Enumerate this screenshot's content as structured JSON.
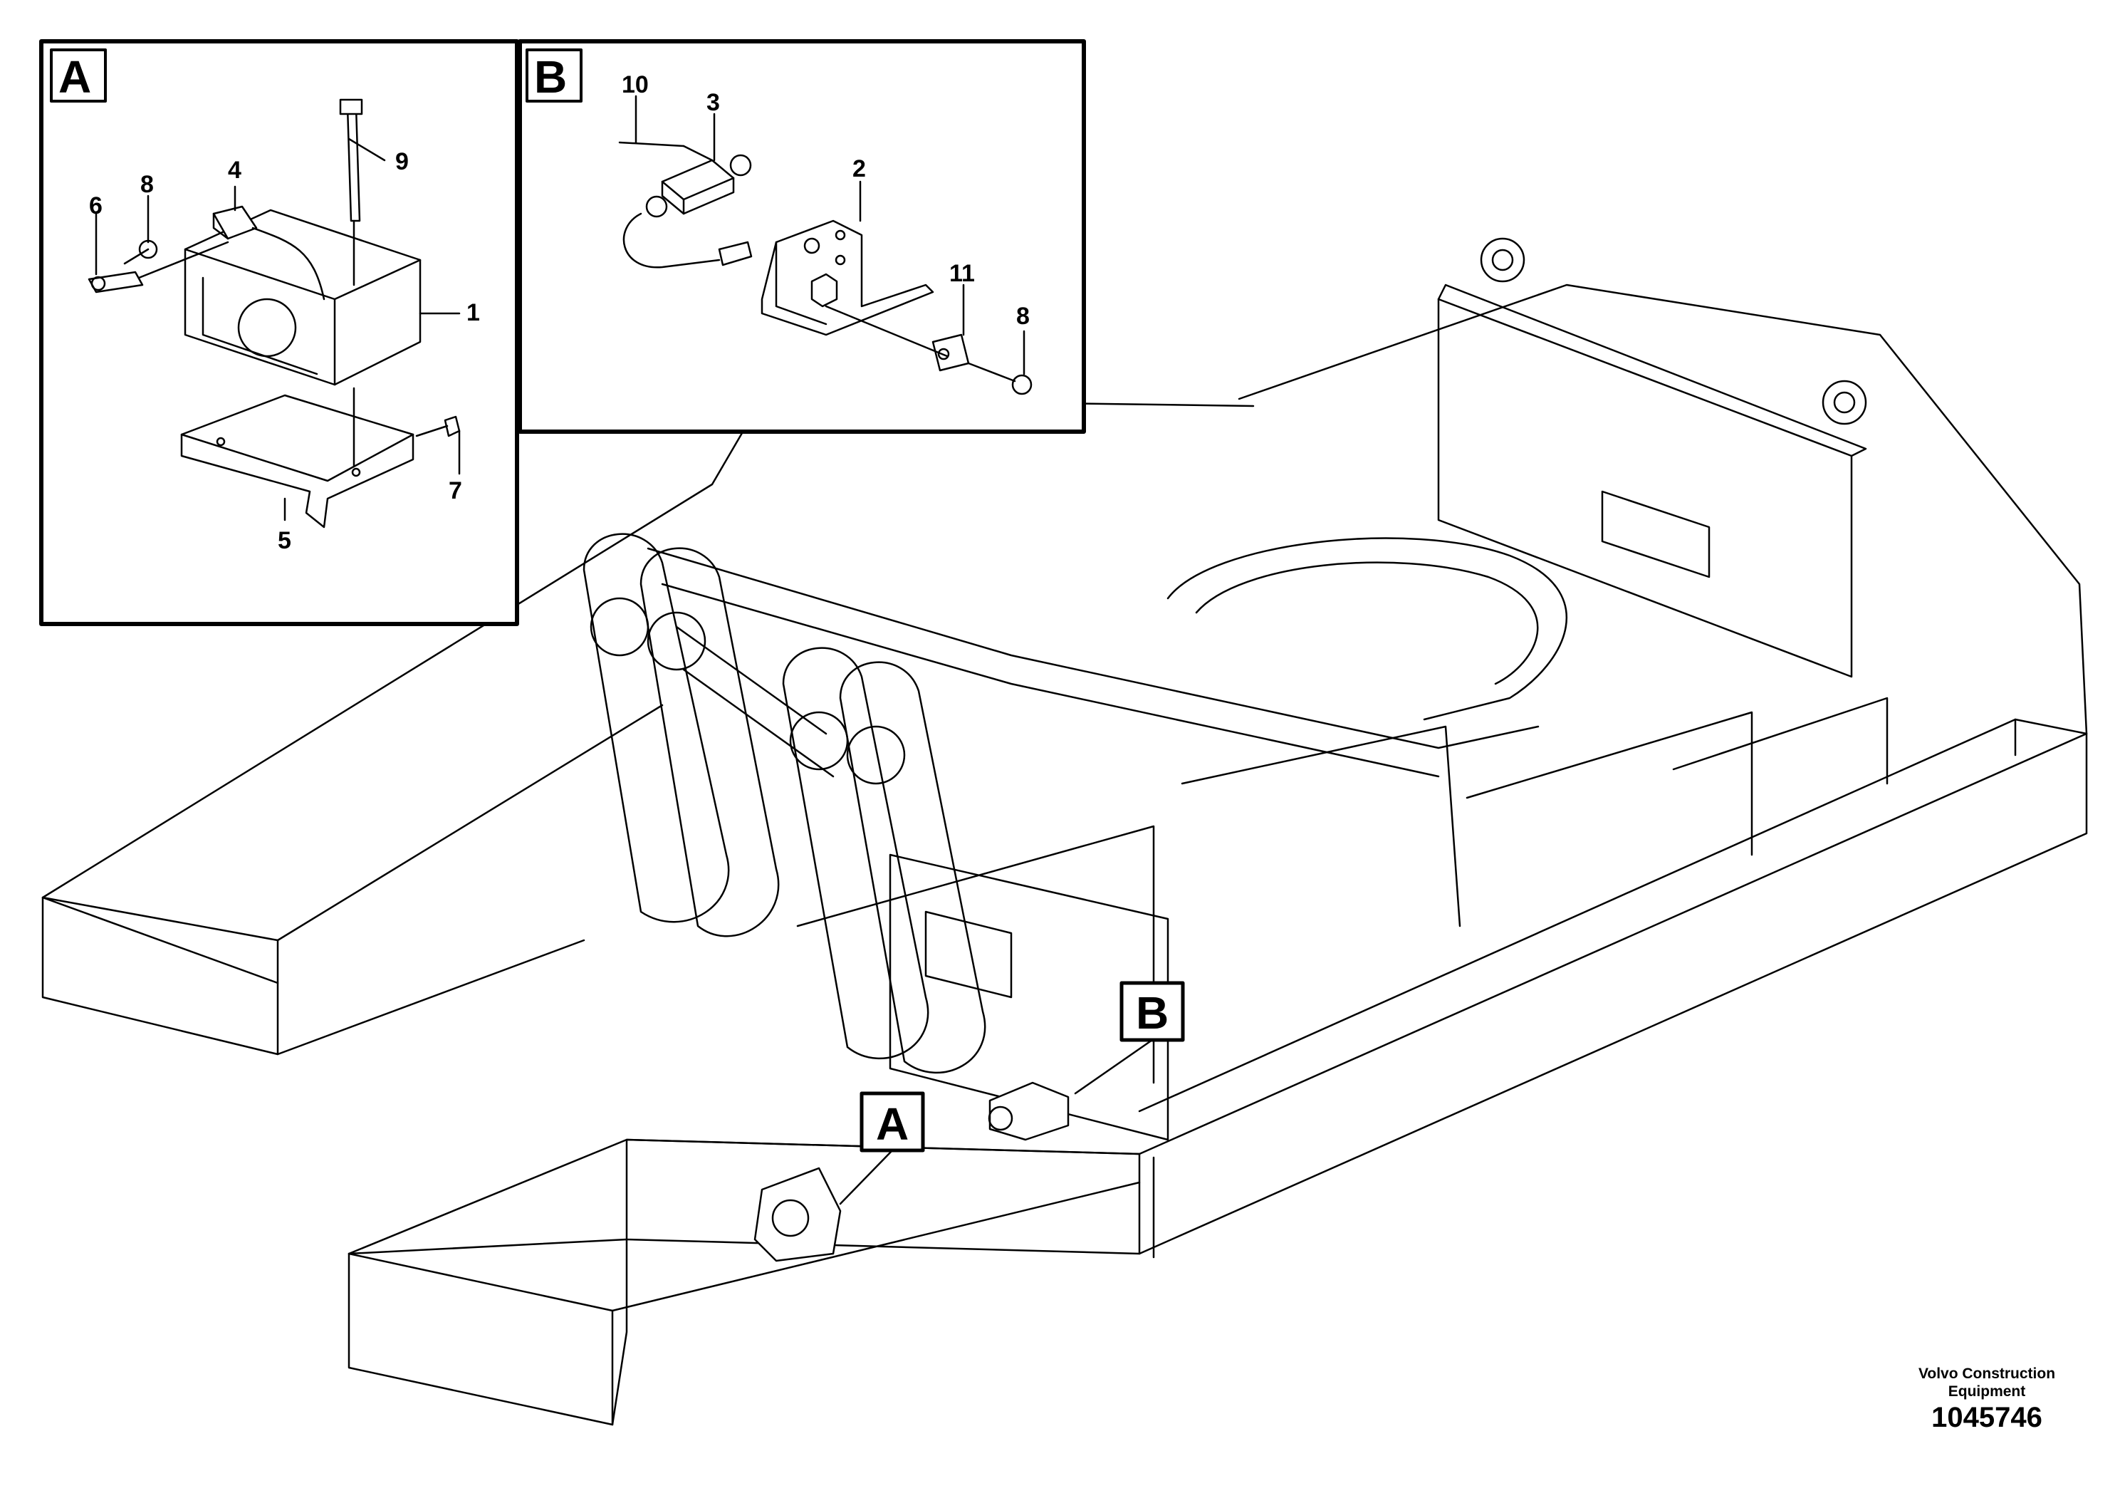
{
  "detail_a": {
    "letter": "A",
    "callouts": [
      "1",
      "4",
      "5",
      "6",
      "7",
      "8",
      "9"
    ]
  },
  "detail_b": {
    "letter": "B",
    "callouts": [
      "2",
      "3",
      "8",
      "10",
      "11"
    ]
  },
  "frame_markers": {
    "a": "A",
    "b": "B"
  },
  "footer": {
    "brand_line1": "Volvo Construction",
    "brand_line2": "Equipment",
    "document_number": "1045746"
  }
}
